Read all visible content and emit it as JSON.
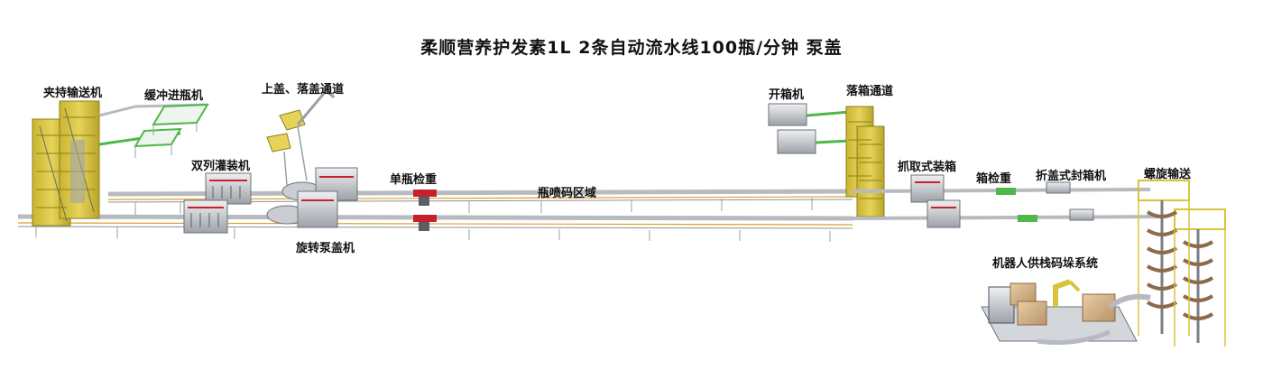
{
  "title": "柔顺营养护发素1L 2条自动流水线100瓶/分钟 泵盖",
  "labels": {
    "clamp_conveyor": "夹持输送机",
    "buffer_infeed": "缓冲进瓶机",
    "cap_channel": "上盖、落盖通道",
    "dual_filler": "双列灌装机",
    "rotary_capper": "旋转泵盖机",
    "single_checkweigher": "单瓶检重",
    "inkjet_zone": "瓶喷码区域",
    "case_erector": "开箱机",
    "case_drop_channel": "落箱通道",
    "pick_case_packer": "抓取式装箱",
    "case_checkweigher": "箱检重",
    "flap_sealer": "折盖式封箱机",
    "spiral_conveyor": "螺旋输送",
    "robot_palletizer": "机器人供栈码垛系统"
  },
  "colors": {
    "machine_yellow": "#d8c43a",
    "conveyor_green": "#4fb84a",
    "frame_grey": "#b9bcc0",
    "accent_red": "#c8202a",
    "cardboard": "#d9b98c",
    "belt_orange": "#e0a030"
  }
}
